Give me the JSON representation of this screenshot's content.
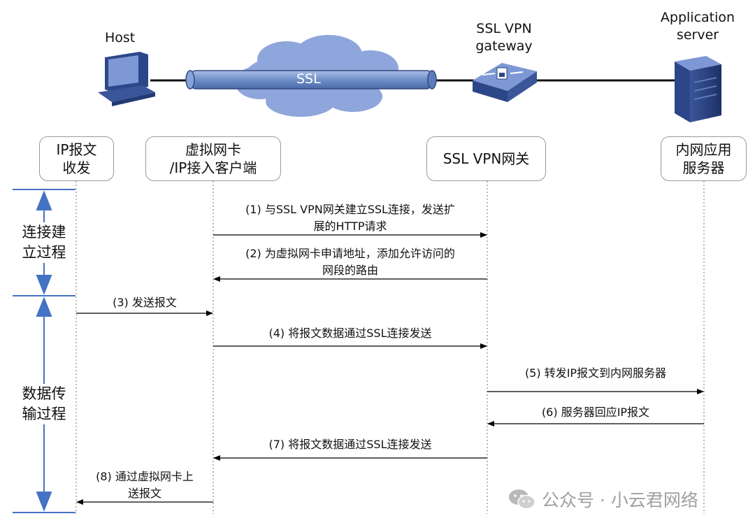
{
  "devices": {
    "host": "Host",
    "gateway": [
      "SSL VPN",
      "gateway"
    ],
    "server": [
      "Application",
      "server"
    ],
    "tunnel_label": "SSL"
  },
  "lanes": [
    {
      "lines": [
        "IP报文",
        "收发"
      ]
    },
    {
      "lines": [
        "虚拟网卡",
        "/IP接入客户端"
      ]
    },
    {
      "lines": [
        "SSL VPN网关"
      ]
    },
    {
      "lines": [
        "内网应用",
        "服务器"
      ]
    }
  ],
  "phases": [
    {
      "lines": [
        "连接建",
        "立过程"
      ]
    },
    {
      "lines": [
        "数据传",
        "输过程"
      ]
    }
  ],
  "messages": [
    {
      "num": "(1)",
      "lines": [
        "(1) 与SSL VPN网关建立SSL连接，发送扩",
        "展的HTTP请求"
      ],
      "from": 1,
      "to": 2
    },
    {
      "num": "(2)",
      "lines": [
        "(2) 为虚拟网卡申请地址，添加允许访问的",
        "网段的路由"
      ],
      "from": 2,
      "to": 1
    },
    {
      "num": "(3)",
      "lines": [
        "(3) 发送报文"
      ],
      "from": 0,
      "to": 1
    },
    {
      "num": "(4)",
      "lines": [
        "(4) 将报文数据通过SSL连接发送"
      ],
      "from": 1,
      "to": 2
    },
    {
      "num": "(5)",
      "lines": [
        "(5) 转发IP报文到内网服务器"
      ],
      "from": 2,
      "to": 3
    },
    {
      "num": "(6)",
      "lines": [
        "(6) 服务器回应IP报文"
      ],
      "from": 3,
      "to": 2
    },
    {
      "num": "(7)",
      "lines": [
        "(7) 将报文数据通过SSL连接发送"
      ],
      "from": 2,
      "to": 1
    },
    {
      "num": "(8)",
      "lines": [
        "(8) 通过虚拟网卡上",
        "送报文"
      ],
      "from": 1,
      "to": 0
    }
  ],
  "watermark": "公众号 · 小云君网络",
  "colors": {
    "accent": "#4472c4",
    "device": "#2f4f8f",
    "tunnel": "#6f8fc8",
    "cloud": "#8fa6dc"
  }
}
